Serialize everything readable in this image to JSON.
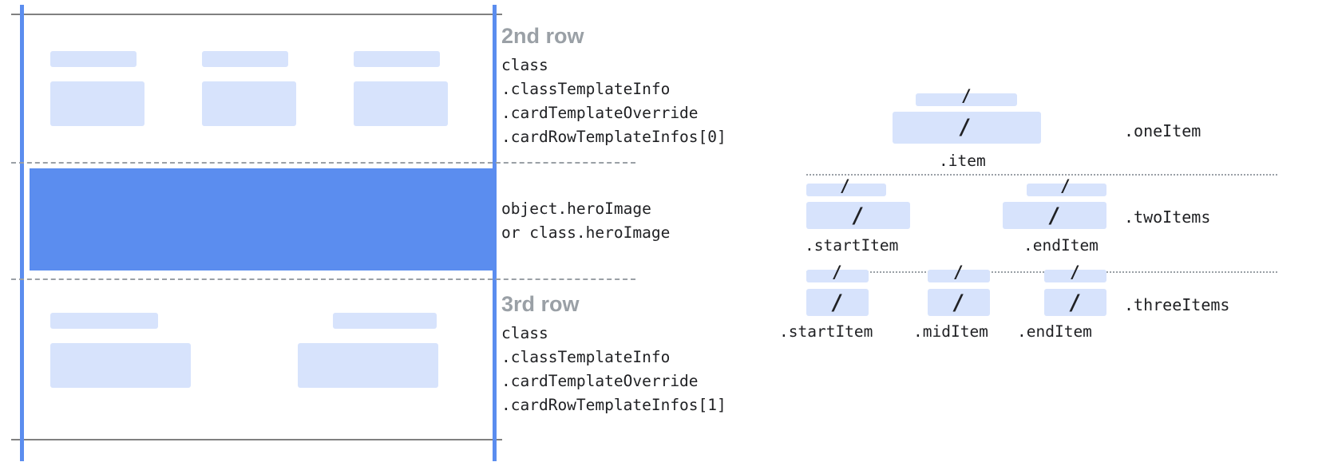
{
  "diagram": {
    "left": {
      "row2": {
        "title": "2nd row",
        "code": "class\n.classTemplateInfo\n.cardTemplateOverride\n.cardRowTemplateInfos[0]"
      },
      "hero": {
        "code": "object.heroImage\nor class.heroImage"
      },
      "row3": {
        "title": "3rd row",
        "code": "class\n.classTemplateInfo\n.cardTemplateOverride\n.cardRowTemplateInfos[1]"
      }
    },
    "right": {
      "groups": [
        {
          "name": ".oneItem",
          "slots": [
            ".item"
          ]
        },
        {
          "name": ".twoItems",
          "slots": [
            ".startItem",
            ".endItem"
          ]
        },
        {
          "name": ".threeItems",
          "slots": [
            ".startItem",
            ".midItem",
            ".endItem"
          ]
        }
      ],
      "slash_glyph": "/"
    }
  },
  "colors": {
    "chip": "#d7e3fc",
    "hero": "#5b8def",
    "rule": "#5b8def",
    "title": "#9aa0a6",
    "text": "#202124",
    "dash": "#9aa0a6"
  }
}
